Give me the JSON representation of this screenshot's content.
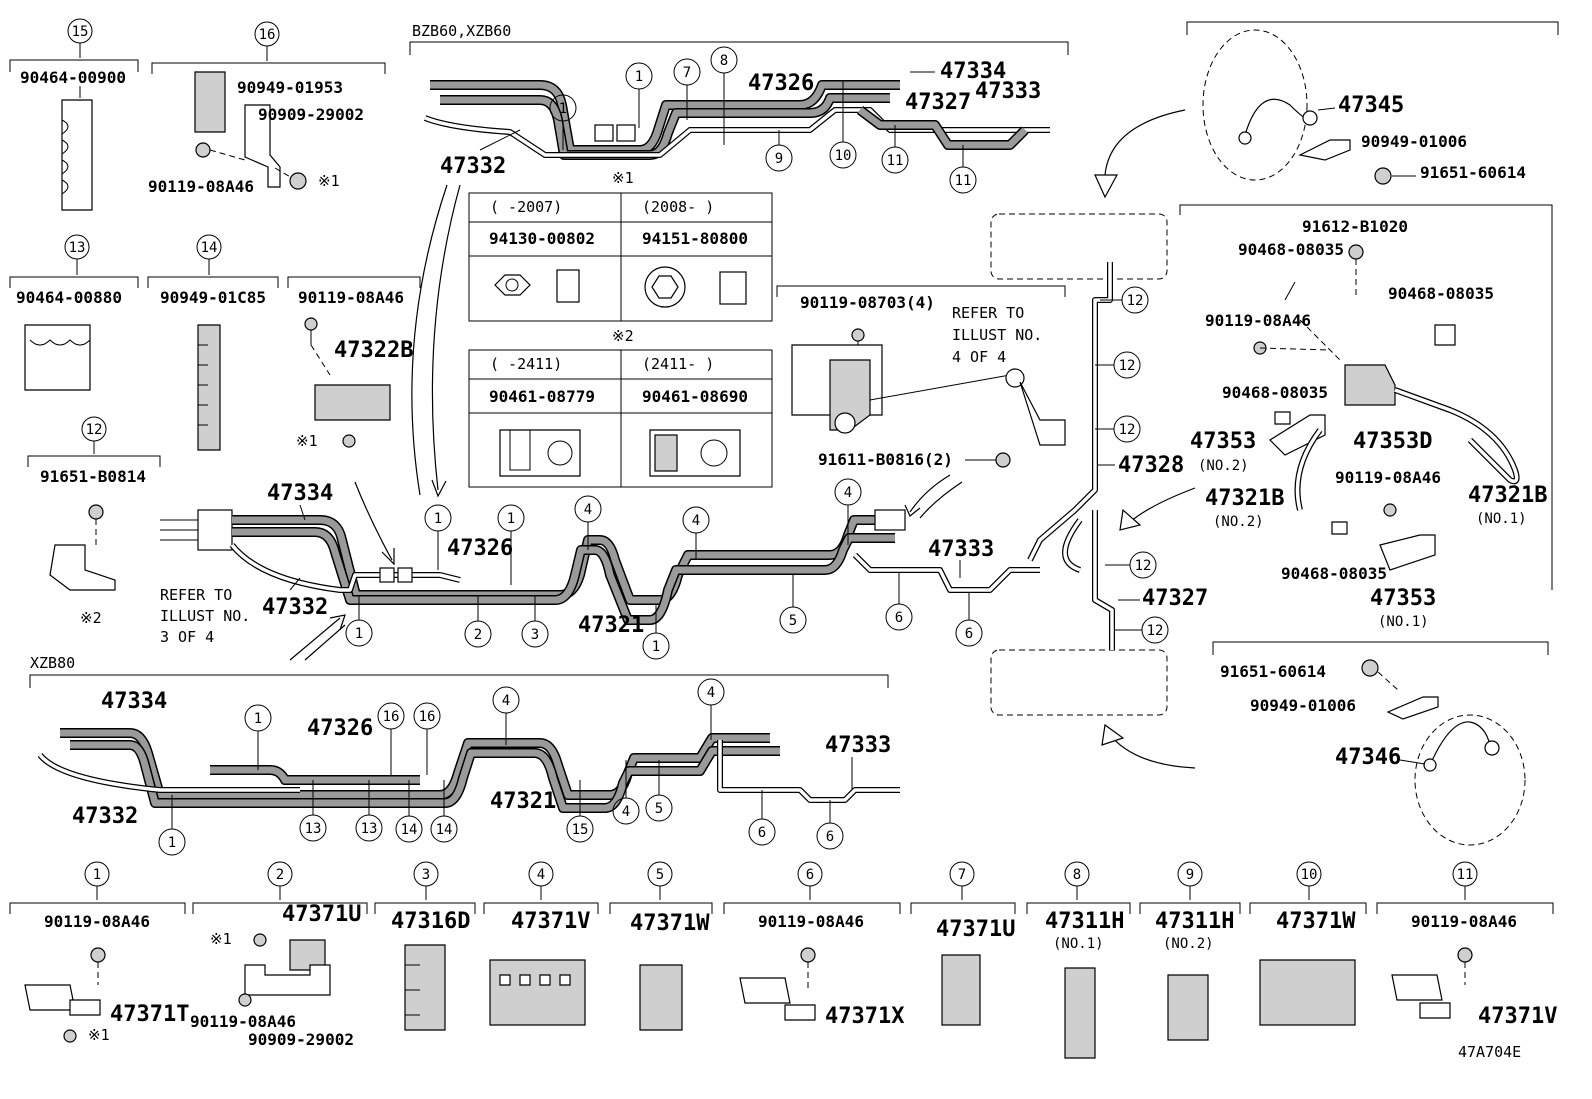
{
  "diagram_code": "47A704E",
  "variants": {
    "top": "BZB60,XZB60",
    "bottom": "XZB80"
  },
  "fastener_note_1": {
    "marker": "※1",
    "headers": [
      "(    -2007)",
      "(2008-    )"
    ],
    "parts": [
      "94130-00802",
      "94151-80800"
    ]
  },
  "fastener_note_2": {
    "marker": "※2",
    "headers": [
      "(   -2411)",
      "(2411-   )"
    ],
    "parts": [
      "90461-08779",
      "90461-08690"
    ]
  },
  "refer_notes": {
    "left": [
      "REFER TO",
      "ILLUST NO.",
      "3 OF 4"
    ],
    "right": [
      "REFER TO",
      "ILLUST NO.",
      "4 OF 4"
    ]
  },
  "top_groups": [
    {
      "num": "15",
      "parts": [
        "90464-00900"
      ]
    },
    {
      "num": "16",
      "parts": [
        "90949-01953",
        "90909-29002",
        "90119-08A46",
        "※1"
      ]
    },
    {
      "num": "13",
      "parts": [
        "90464-00880"
      ]
    },
    {
      "num": "14",
      "parts": [
        "90949-01C85"
      ]
    },
    {
      "parts": [
        "90119-08A46",
        "47322B",
        "※1"
      ]
    },
    {
      "num": "12",
      "parts": [
        "91651-B0814",
        "※2"
      ]
    }
  ],
  "bottom_groups": [
    {
      "num": "1",
      "parts": [
        "90119-08A46",
        "47371T",
        "※1"
      ]
    },
    {
      "num": "2",
      "parts": [
        "47371U",
        "※1",
        "90119-08A46",
        "90909-29002"
      ]
    },
    {
      "num": "3",
      "parts": [
        "47316D"
      ]
    },
    {
      "num": "4",
      "parts": [
        "47371V"
      ]
    },
    {
      "num": "5",
      "parts": [
        "47371W"
      ]
    },
    {
      "num": "6",
      "parts": [
        "90119-08A46",
        "47371X"
      ]
    },
    {
      "num": "7",
      "parts": [
        "47371U"
      ]
    },
    {
      "num": "8",
      "parts": [
        "47311H",
        "(NO.1)"
      ]
    },
    {
      "num": "9",
      "parts": [
        "47311H",
        "(NO.2)"
      ]
    },
    {
      "num": "10",
      "parts": [
        "47371W"
      ]
    },
    {
      "num": "11",
      "parts": [
        "90119-08A46",
        "47371V"
      ]
    }
  ],
  "tube_labels": {
    "p47334": "47334",
    "p47326": "47326",
    "p47327": "47327",
    "p47333": "47333",
    "p47332": "47332",
    "p47321": "47321",
    "p47328": "47328"
  },
  "sensor_assembly": {
    "p1": "90119-08703(4)",
    "p2": "91611-B0816(2)"
  },
  "right_parts": {
    "p47345": "47345",
    "p90949a": "90949-01006",
    "p91651a": "91651-60614",
    "p91612": "91612-B1020",
    "p90468a": "90468-08035",
    "p90468b": "90468-08035",
    "p90119r": "90119-08A46",
    "p90468c": "90468-08035",
    "p47353_2": "47353",
    "no2a": "(NO.2)",
    "p47353D": "47353D",
    "p47321B_2": "47321B",
    "no2b": "(NO.2)",
    "p90119r2": "90119-08A46",
    "p47321B_1": "47321B",
    "no1a": "(NO.1)",
    "p90468d": "90468-08035",
    "p47353_1": "47353",
    "no1b": "(NO.1)",
    "p91651b": "91651-60614",
    "p90949b": "90949-01006",
    "p47346": "47346"
  },
  "clamp_numbers": {
    "c1": "1",
    "c2": "2",
    "c3": "3",
    "c4": "4",
    "c5": "5",
    "c6": "6",
    "c7": "7",
    "c8": "8",
    "c9": "9",
    "c10": "10",
    "c11": "11",
    "c12": "12",
    "c13": "13",
    "c14": "14",
    "c15": "15",
    "c16": "16"
  }
}
